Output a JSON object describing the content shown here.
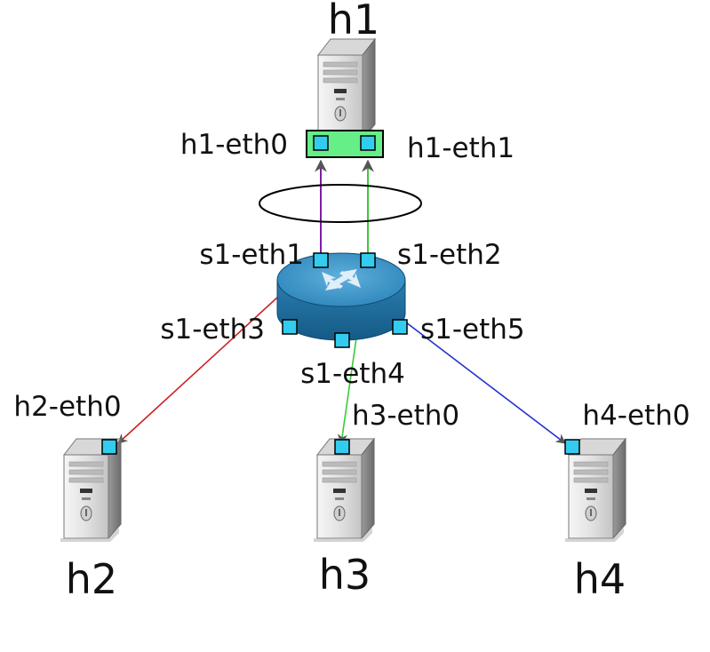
{
  "colors": {
    "link_h1_eth0": "#7a1fa2",
    "link_h1_eth1": "#3cc83c",
    "link_h2": "#cc2222",
    "link_h3": "#3cc83c",
    "link_h4": "#2233cc",
    "port_fill": "#33ccee",
    "bond_fill": "#66ee88",
    "router_top": "#3a8fc0",
    "router_side": "#1f6c9a"
  },
  "icons": {
    "host": "server-tower-icon",
    "switch": "router-icon"
  },
  "hosts": {
    "h1": {
      "label": "h1"
    },
    "h2": {
      "label": "h2"
    },
    "h3": {
      "label": "h3"
    },
    "h4": {
      "label": "h4"
    }
  },
  "ports": {
    "h1_eth0": "h1-eth0",
    "h1_eth1": "h1-eth1",
    "s1_eth1": "s1-eth1",
    "s1_eth2": "s1-eth2",
    "s1_eth3": "s1-eth3",
    "s1_eth4": "s1-eth4",
    "s1_eth5": "s1-eth5",
    "h2_eth0": "h2-eth0",
    "h3_eth0": "h3-eth0",
    "h4_eth0": "h4-eth0"
  }
}
